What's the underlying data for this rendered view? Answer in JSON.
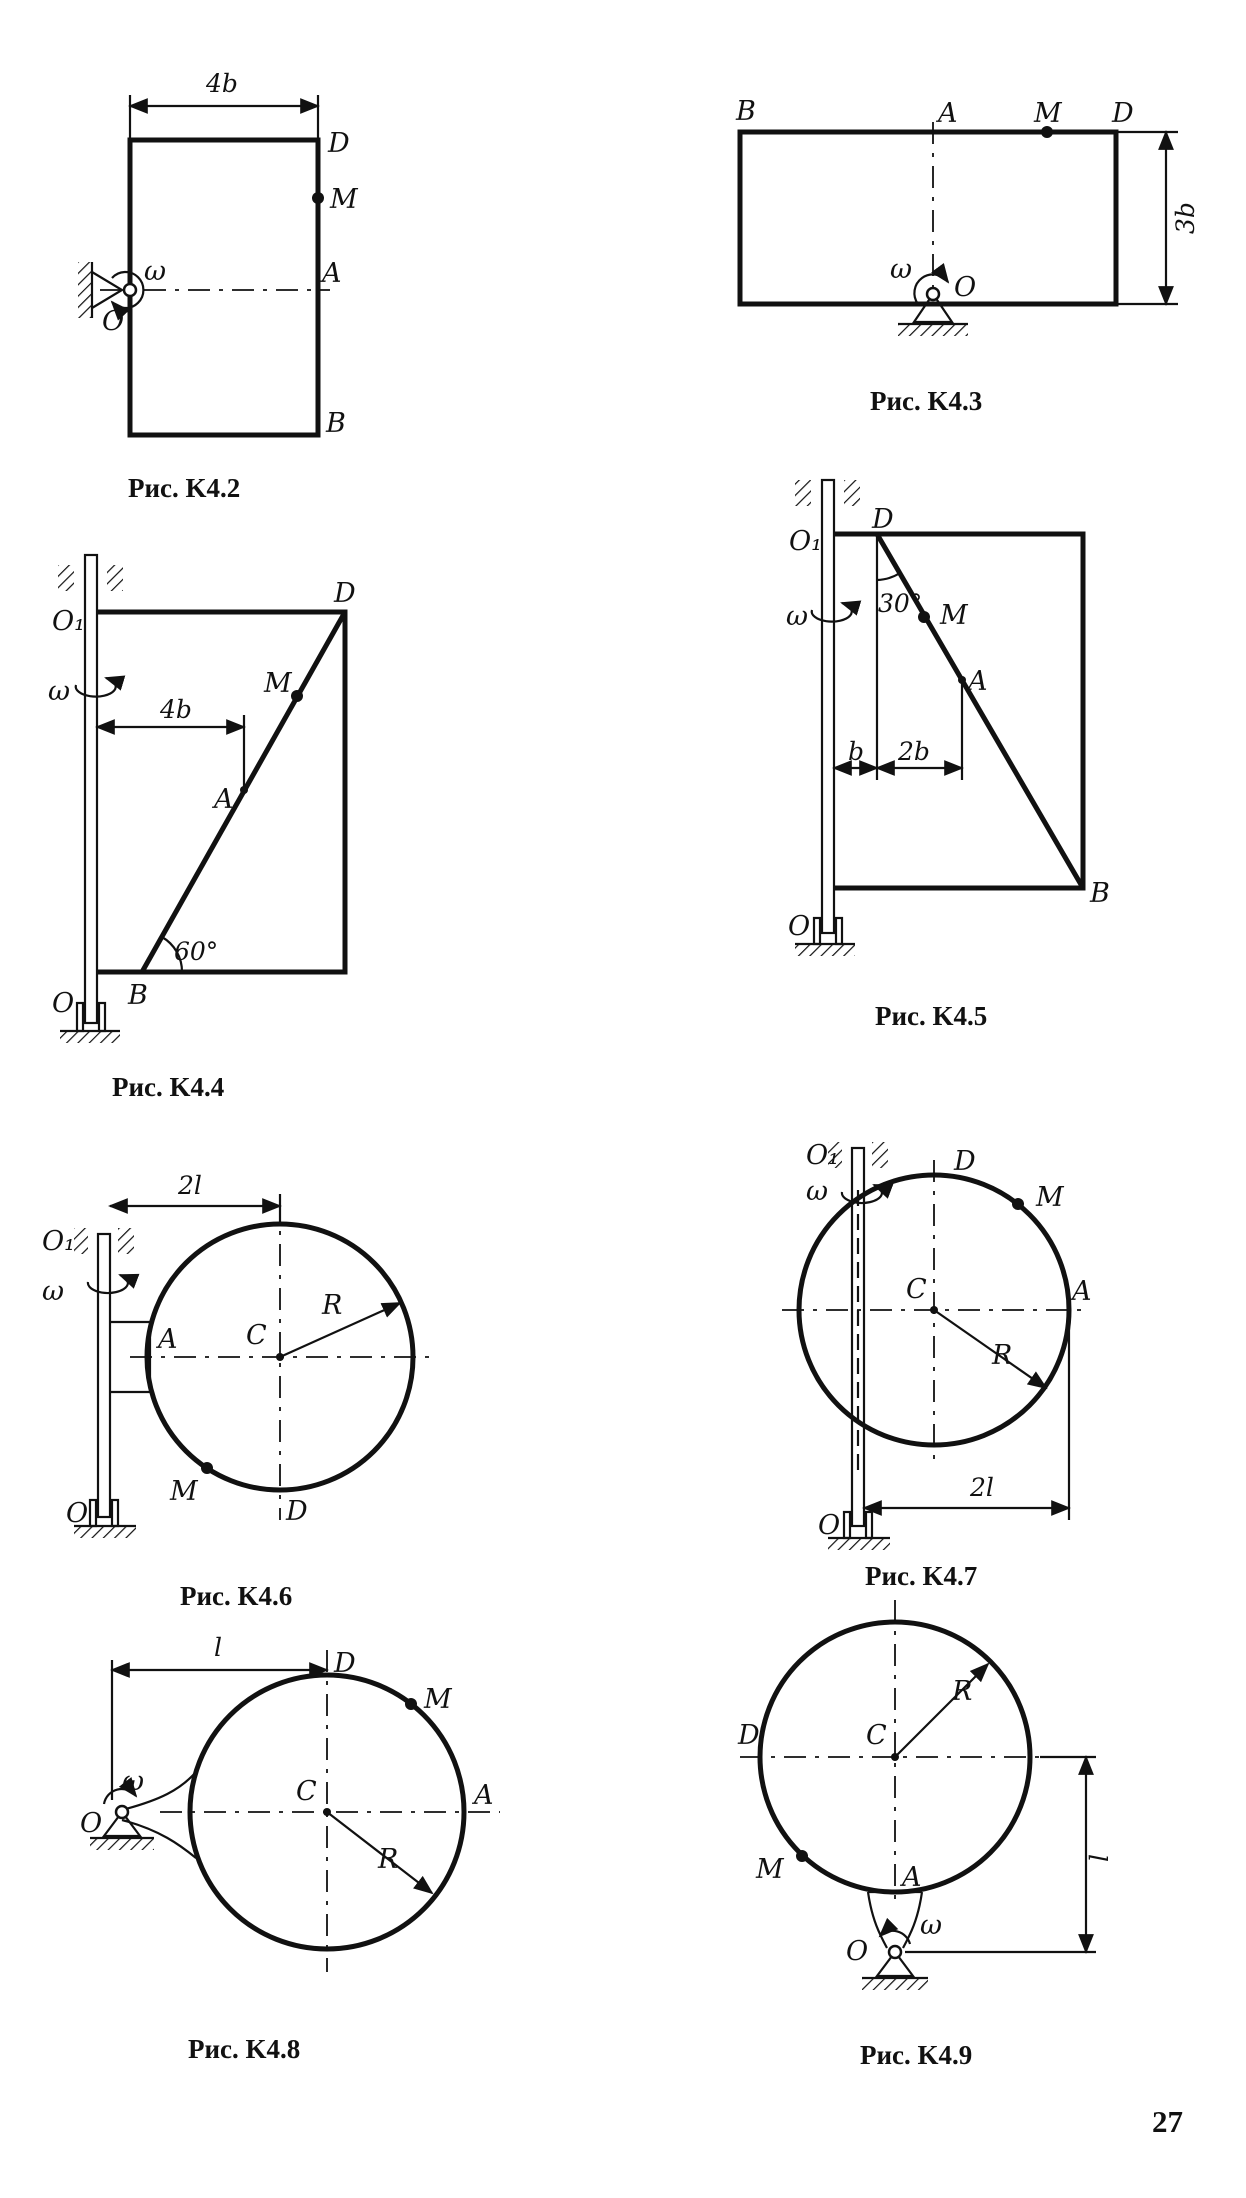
{
  "page_number": "27",
  "figures": [
    {
      "id": "k4-2",
      "caption": "Рис. K4.2",
      "labels": {
        "dim": "4b",
        "D": "D",
        "M": "M",
        "A": "A",
        "B": "B",
        "O": "O",
        "omega": "ω"
      }
    },
    {
      "id": "k4-3",
      "caption": "Рис. K4.3",
      "labels": {
        "B": "B",
        "A": "A",
        "M": "M",
        "D": "D",
        "dim": "3b",
        "O": "O",
        "omega": "ω"
      }
    },
    {
      "id": "k4-4",
      "caption": "Рис. K4.4",
      "labels": {
        "O1": "O₁",
        "D": "D",
        "omega": "ω",
        "M": "M",
        "dim": "4b",
        "A": "A",
        "angle": "60°",
        "O": "O",
        "B": "B"
      }
    },
    {
      "id": "k4-5",
      "caption": "Рис. K4.5",
      "labels": {
        "O1": "O₁",
        "D": "D",
        "angle": "30°",
        "M": "M",
        "omega": "ω",
        "A": "A",
        "dim1": "b",
        "dim2": "2b",
        "O": "O",
        "B": "B"
      }
    },
    {
      "id": "k4-6",
      "caption": "Рис. K4.6",
      "labels": {
        "dim": "2l",
        "O1": "O₁",
        "omega": "ω",
        "A": "A",
        "C": "C",
        "R": "R",
        "M": "M",
        "D": "D",
        "O": "O"
      }
    },
    {
      "id": "k4-7",
      "caption": "Рис. K4.7",
      "labels": {
        "O1": "O₁",
        "omega": "ω",
        "D": "D",
        "M": "M",
        "C": "C",
        "A": "A",
        "R": "R",
        "dim": "2l",
        "O": "O"
      }
    },
    {
      "id": "k4-8",
      "caption": "Рис. K4.8",
      "labels": {
        "dim": "l",
        "D": "D",
        "M": "M",
        "omega": "ω",
        "C": "C",
        "A": "A",
        "O": "O",
        "R": "R"
      }
    },
    {
      "id": "k4-9",
      "caption": "Рис. K4.9",
      "labels": {
        "R": "R",
        "D": "D",
        "C": "C",
        "dim": "l",
        "M": "M",
        "A": "A",
        "O": "O",
        "omega": "ω"
      }
    }
  ]
}
